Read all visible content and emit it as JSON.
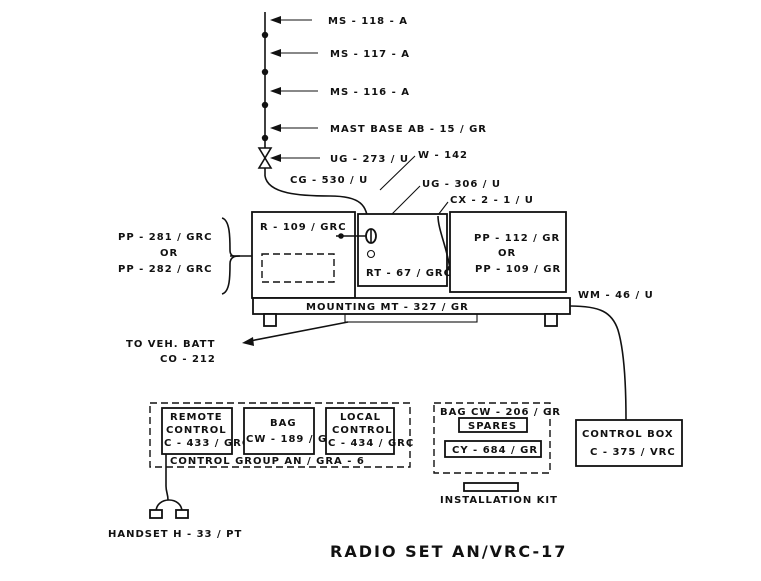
{
  "antenna": {
    "ms118": "MS - 118 - A",
    "ms117": "MS - 117 - A",
    "ms116": "MS - 116 - A",
    "mast_base": "MAST BASE AB - 15 / GR",
    "ug273": "UG - 273 / U",
    "w142": "W - 142",
    "cg530": "CG - 530 / U",
    "ug306": "UG - 306 / U",
    "cx": "CX - 2 - 1 / U"
  },
  "power_supply_left": {
    "line1": "PP - 281 / GRC",
    "or": "OR",
    "line2": "PP - 282 / GRC"
  },
  "units": {
    "receiver": "R - 109 / GRC",
    "transmitter": "RT - 67 / GRC",
    "pp_right_1": "PP - 112 / GR",
    "pp_right_or": "OR",
    "pp_right_2": "PP - 109 / GR",
    "mounting": "MOUNTING  MT - 327 / GR",
    "wm": "WM - 46 / U"
  },
  "battery": {
    "line1": "TO  VEH.  BATT",
    "line2": "CO - 212"
  },
  "control_group": {
    "remote_1": "REMOTE",
    "remote_2": "CONTROL",
    "remote_3": "C - 433 / GRC",
    "bag_1": "BAG",
    "bag_2": "CW - 189 / GR",
    "local_1": "LOCAL",
    "local_2": "CONTROL",
    "local_3": "C - 434 / GRC",
    "group": "CONTROL  GROUP  AN / GRA - 6"
  },
  "install_kit": {
    "bag": "BAG CW - 206 / GR",
    "spares": "SPARES",
    "cy": "CY - 684 / GR",
    "label": "INSTALLATION  KIT"
  },
  "control_box": {
    "line1": "CONTROL  BOX",
    "line2": "C - 375 / VRC"
  },
  "handset": "HANDSET  H - 33 / PT",
  "title": "RADIO SET AN/VRC-17"
}
